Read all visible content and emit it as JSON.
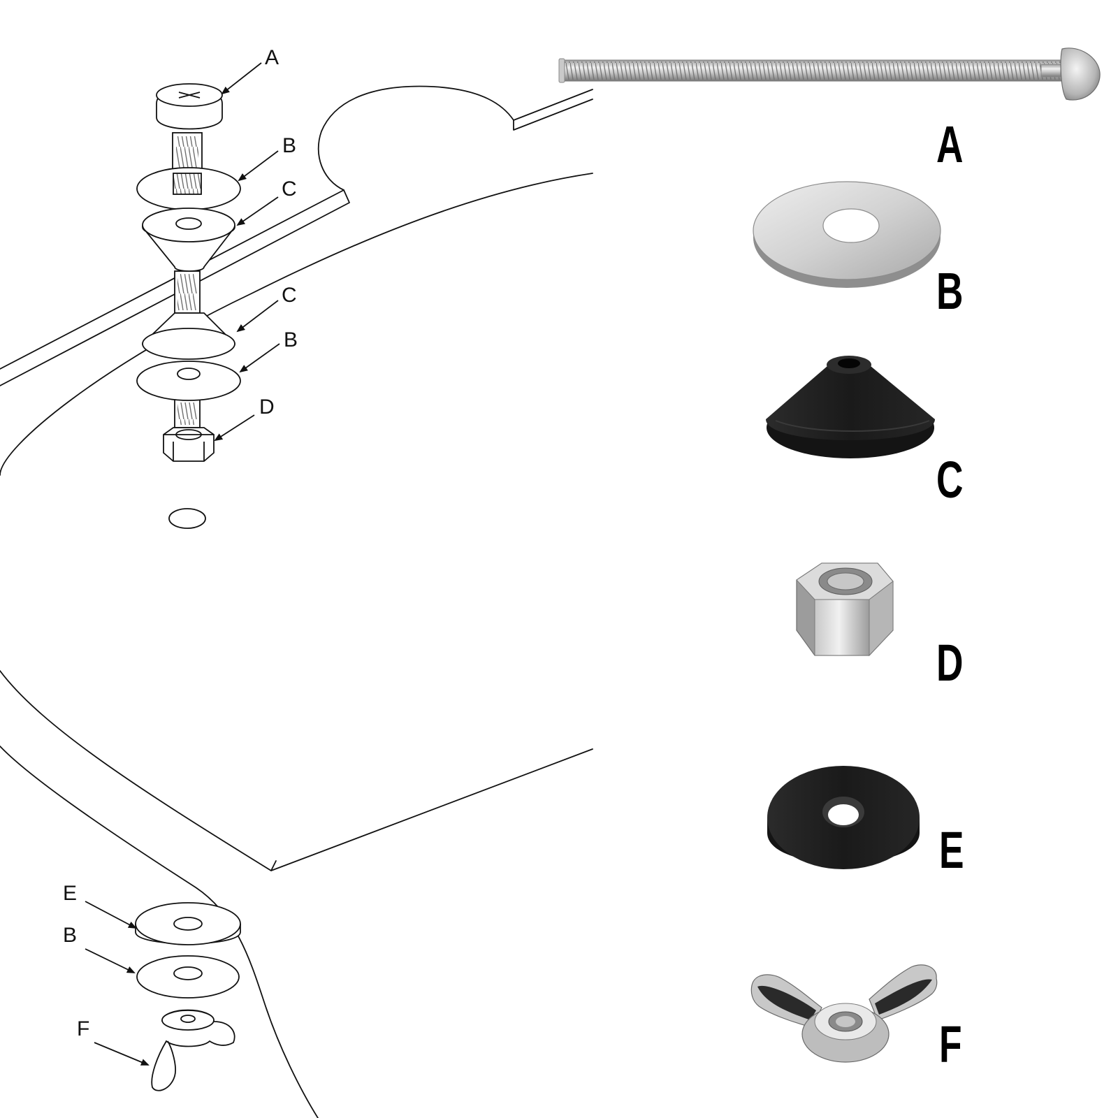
{
  "diagram": {
    "callouts": [
      {
        "id": "A1",
        "label": "A"
      },
      {
        "id": "B1",
        "label": "B"
      },
      {
        "id": "C1",
        "label": "C"
      },
      {
        "id": "C2",
        "label": "C"
      },
      {
        "id": "B2",
        "label": "B"
      },
      {
        "id": "D1",
        "label": "D"
      },
      {
        "id": "E1",
        "label": "E"
      },
      {
        "id": "B3",
        "label": "B"
      },
      {
        "id": "F1",
        "label": "F"
      }
    ]
  },
  "parts": [
    {
      "label": "A",
      "part": "bolt"
    },
    {
      "label": "B",
      "part": "metal-washer"
    },
    {
      "label": "C",
      "part": "cone-washer"
    },
    {
      "label": "D",
      "part": "hex-nut"
    },
    {
      "label": "E",
      "part": "rubber-washer"
    },
    {
      "label": "F",
      "part": "wing-nut"
    }
  ],
  "colors": {
    "line": "#111111",
    "steel_light": "#e6e6e6",
    "steel_mid": "#b9b9b9",
    "steel_dark": "#7a7a7a",
    "rubber": "#1e1e1e",
    "rubber_hi": "#3a3a3a"
  }
}
